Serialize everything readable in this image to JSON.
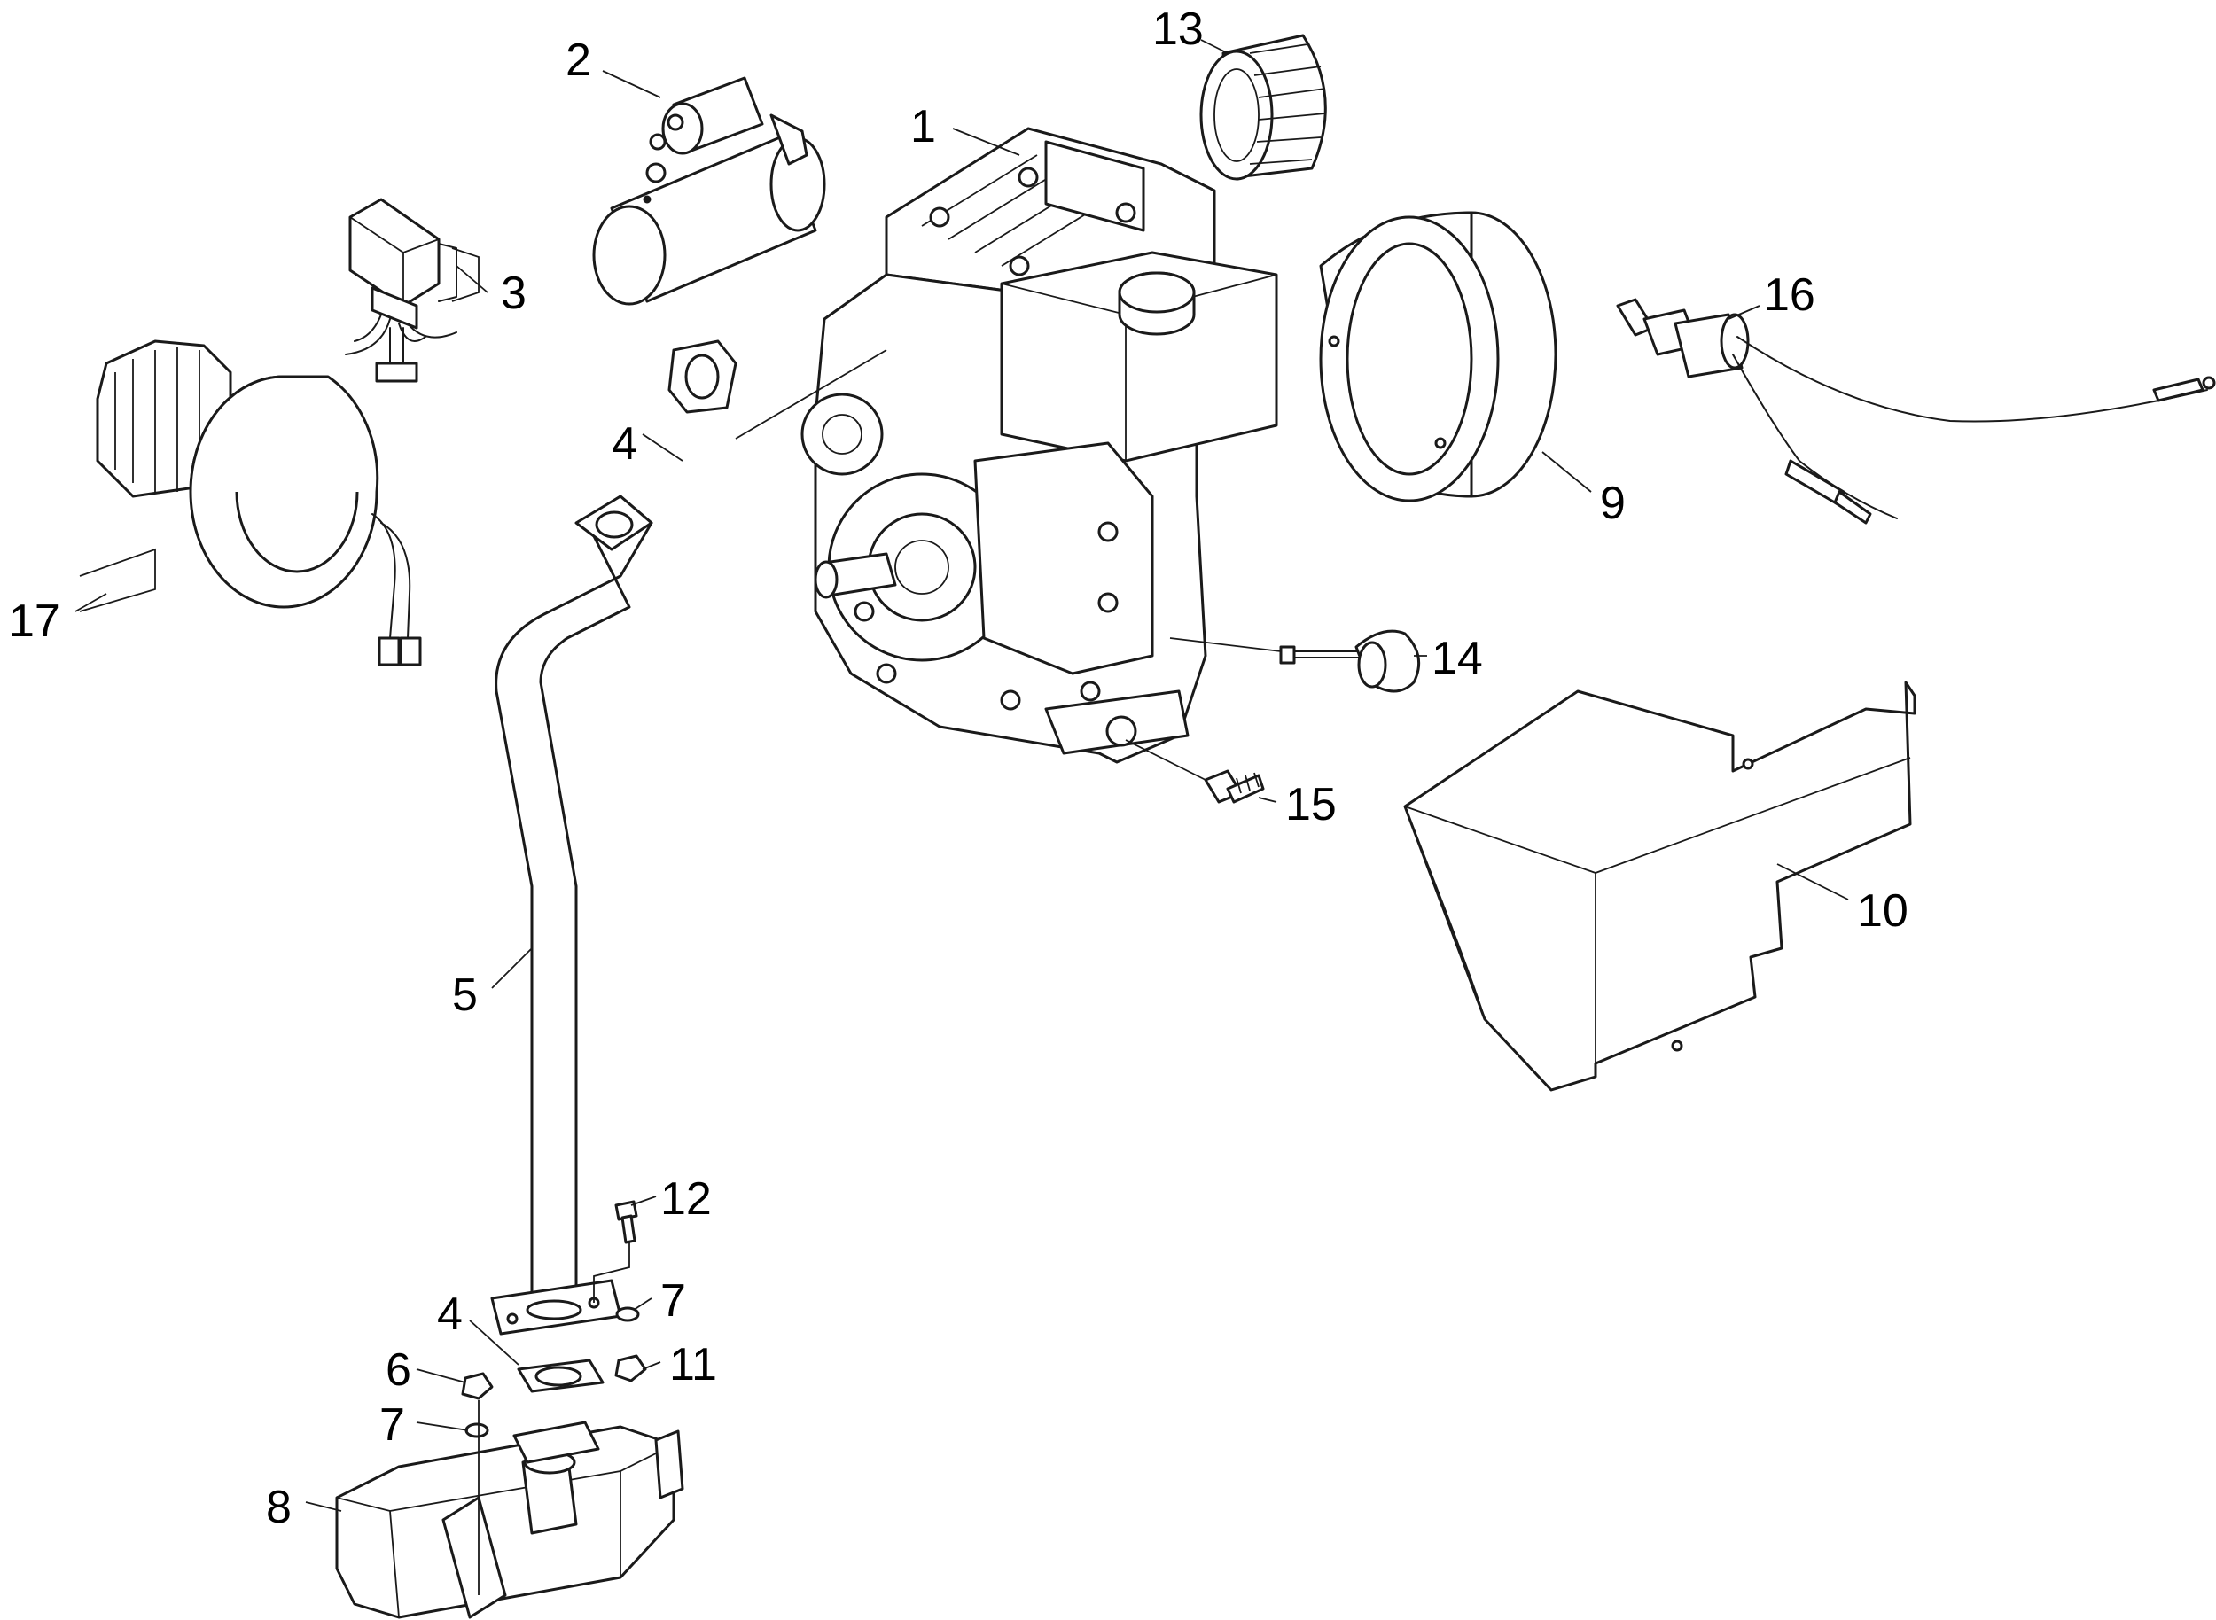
{
  "callouts": {
    "c1": "1",
    "c2": "2",
    "c3": "3",
    "c4a": "4",
    "c4b": "4",
    "c5": "5",
    "c6": "6",
    "c7a": "7",
    "c7b": "7",
    "c8": "8",
    "c9": "9",
    "c10": "10",
    "c11": "11",
    "c12": "12",
    "c13": "13",
    "c14": "14",
    "c15": "15",
    "c16": "16",
    "c17": "17"
  },
  "colors": {
    "line": "#1a1a1a",
    "background": "#ffffff",
    "text": "#000000"
  }
}
